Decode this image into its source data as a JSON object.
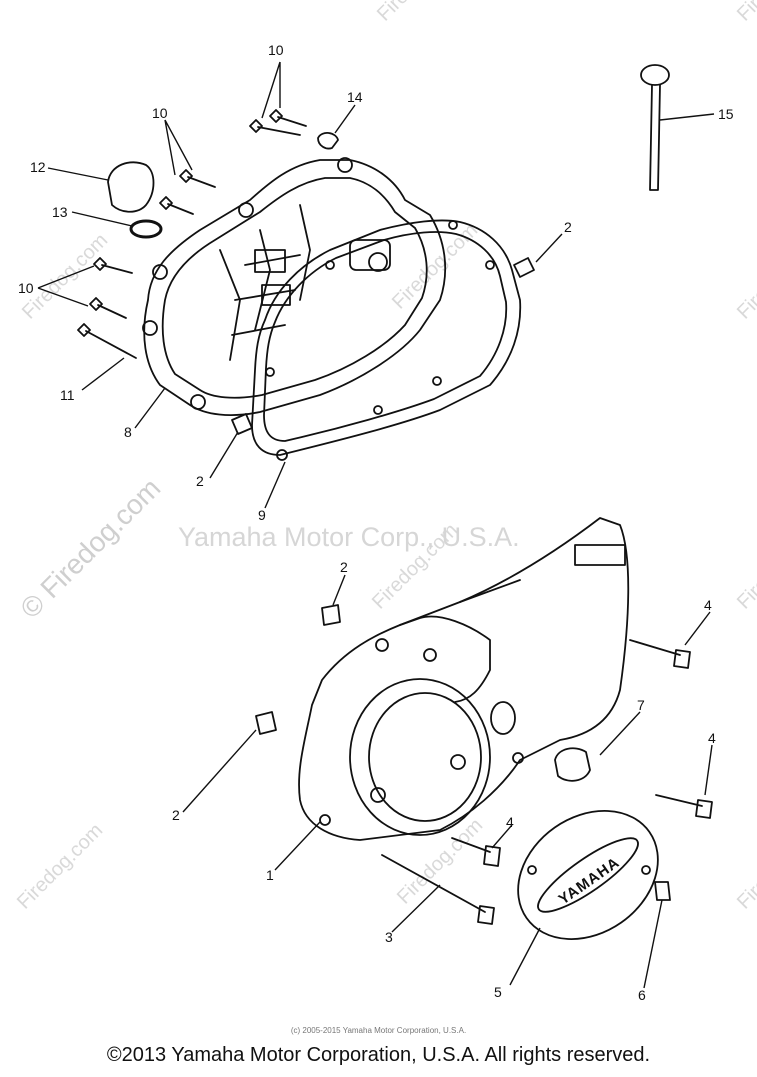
{
  "watermarks": {
    "site": "© Firedog.com",
    "site_short": "Firedog.com",
    "center": "Yamaha Motor Corp., U.S.A."
  },
  "cover_logo": "YAMAHA",
  "callouts": {
    "c10a": "10",
    "c10b": "10",
    "c10c": "10",
    "c14": "14",
    "c15": "15",
    "c12": "12",
    "c13": "13",
    "c2a": "2",
    "c11": "11",
    "c8": "8",
    "c2b": "2",
    "c9": "9",
    "c2c": "2",
    "c4a": "4",
    "c7": "7",
    "c4b": "4",
    "c2d": "2",
    "c4c": "4",
    "c1": "1",
    "c3": "3",
    "c5": "5",
    "c6": "6"
  },
  "footer": {
    "small": "(c) 2005-2015 Yamaha Motor Corporation, U.S.A.",
    "copyright": "©2013 Yamaha Motor Corporation, U.S.A. All rights reserved."
  }
}
